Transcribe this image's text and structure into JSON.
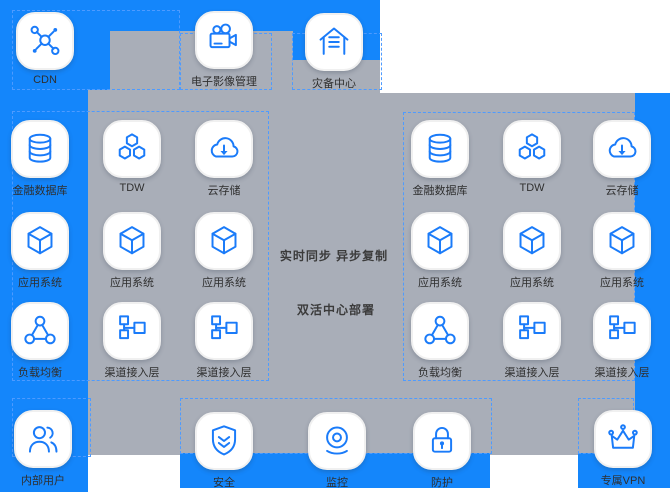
{
  "colors": {
    "frame_blue": "#1486fb",
    "panel_gray": "#a9aeb8",
    "icon_blue": "#1a7bf9",
    "dashed_border": "#4e9bff",
    "label_text": "#2f2f2f"
  },
  "top_row": [
    {
      "icon": "cdn-network-icon",
      "label": "CDN"
    },
    {
      "icon": "video-camera-icon",
      "label": "电子影像管理"
    },
    {
      "icon": "house-archive-icon",
      "label": "灾备中心"
    }
  ],
  "left_cluster": [
    {
      "icon": "database-icon",
      "label": "金融数据库"
    },
    {
      "icon": "hexagons-icon",
      "label": "TDW"
    },
    {
      "icon": "cloud-download-icon",
      "label": "云存储"
    },
    {
      "icon": "cube-icon",
      "label": "应用系统"
    },
    {
      "icon": "cube-icon",
      "label": "应用系统"
    },
    {
      "icon": "cube-icon",
      "label": "应用系统"
    },
    {
      "icon": "load-balancer-icon",
      "label": "负载均衡"
    },
    {
      "icon": "channel-tree-icon",
      "label": "渠道接入层"
    },
    {
      "icon": "channel-tree-icon",
      "label": "渠道接入层"
    }
  ],
  "right_cluster": [
    {
      "icon": "database-icon",
      "label": "金融数据库"
    },
    {
      "icon": "hexagons-icon",
      "label": "TDW"
    },
    {
      "icon": "cloud-download-icon",
      "label": "云存储"
    },
    {
      "icon": "cube-icon",
      "label": "应用系统"
    },
    {
      "icon": "cube-icon",
      "label": "应用系统"
    },
    {
      "icon": "cube-icon",
      "label": "应用系统"
    },
    {
      "icon": "load-balancer-icon",
      "label": "负载均衡"
    },
    {
      "icon": "channel-tree-icon",
      "label": "渠道接入层"
    },
    {
      "icon": "channel-tree-icon",
      "label": "渠道接入层"
    }
  ],
  "center_labels": {
    "replication": "实时同步 异步复制",
    "architecture": "双活中心部署"
  },
  "bottom_row": [
    {
      "icon": "users-icon",
      "label": "内部用户"
    },
    {
      "icon": "shield-check-icon",
      "label": "安全"
    },
    {
      "icon": "webcam-icon",
      "label": "监控"
    },
    {
      "icon": "padlock-icon",
      "label": "防护"
    },
    {
      "icon": "crown-icon",
      "label": "专属VPN"
    }
  ]
}
